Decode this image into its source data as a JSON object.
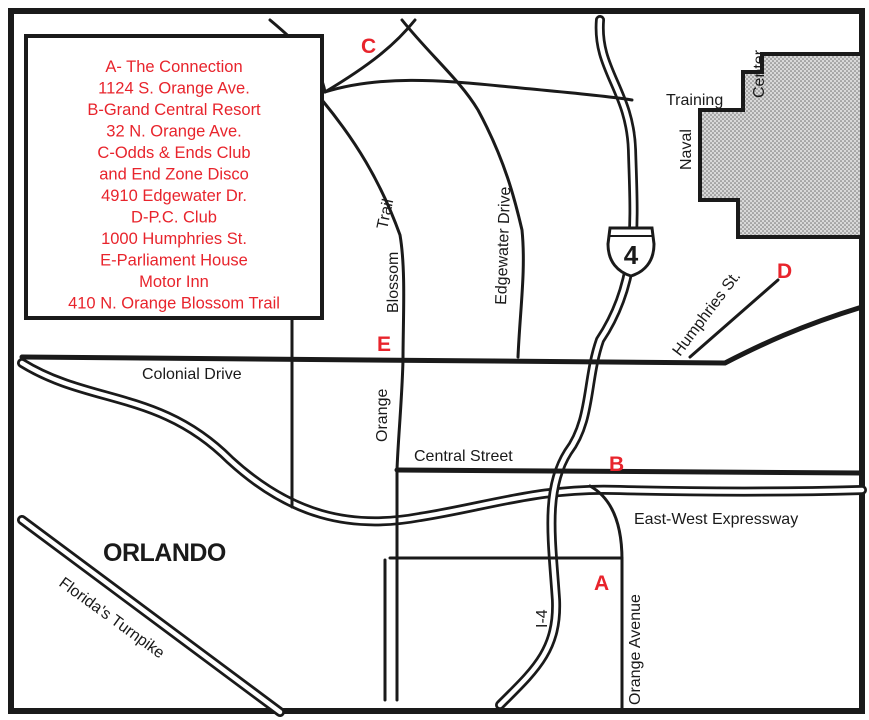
{
  "colors": {
    "accent": "#e8242c",
    "ink": "#1a1a1a",
    "naval_fill": "#bdbdbd"
  },
  "legend": {
    "lines": [
      "A- The Connection",
      "1124 S. Orange Ave.",
      "B-Grand Central Resort",
      "32 N. Orange Ave.",
      "C-Odds & Ends Club",
      "and End Zone Disco",
      "4910 Edgewater Dr.",
      "D-P.C. Club",
      "1000 Humphries St.",
      "E-Parliament House",
      "Motor Inn",
      "410 N. Orange Blossom Trail"
    ]
  },
  "markers": {
    "a": "A",
    "b": "B",
    "c": "C",
    "d": "D",
    "e": "E"
  },
  "roads": {
    "colonial": "Colonial Drive",
    "central": "Central Street",
    "east_west": "East-West Expressway",
    "orange_avenue": "Orange Avenue",
    "orange_obt": "Orange",
    "blossom": "Blossom",
    "trail": "Trail",
    "edgewater": "Edgewater Drive",
    "humphries": "Humphries St.",
    "turnpike": "Florida's Turnpike",
    "i4": "I-4"
  },
  "interstate_shield": "4",
  "naval_center": {
    "word1": "Naval",
    "word2": "Training",
    "word3": "Center"
  },
  "city": "ORLANDO"
}
